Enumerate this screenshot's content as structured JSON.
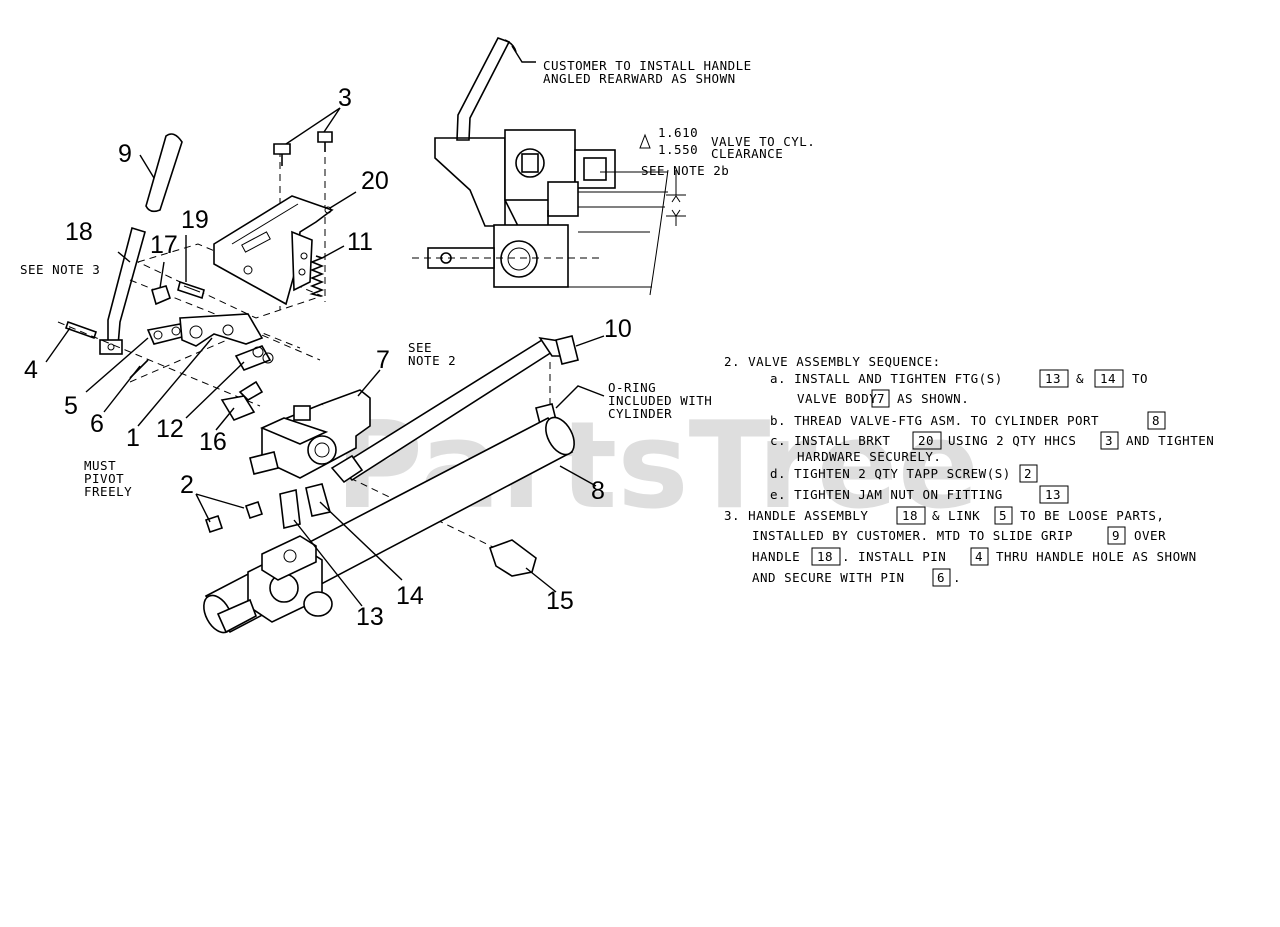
{
  "watermark": "PartsTree",
  "callouts": {
    "c1": "1",
    "c2": "2",
    "c3": "3",
    "c4": "4",
    "c5": "5",
    "c6": "6",
    "c7": "7",
    "c8": "8",
    "c9": "9",
    "c10": "10",
    "c11": "11",
    "c12": "12",
    "c13": "13",
    "c14": "14",
    "c15": "15",
    "c16": "16",
    "c17": "17",
    "c18": "18",
    "c19": "19",
    "c20": "20"
  },
  "labels": {
    "see_note_3": "SEE NOTE 3",
    "must_pivot_1": "MUST",
    "must_pivot_2": "PIVOT",
    "must_pivot_3": "FREELY",
    "see_note_2_1": "SEE",
    "see_note_2_2": "NOTE 2",
    "oring_1": "O-RING",
    "oring_2": "INCLUDED WITH",
    "oring_3": "CYLINDER",
    "customer_1": "CUSTOMER TO INSTALL HANDLE",
    "customer_2": "ANGLED REARWARD AS SHOWN",
    "dim_upper": "1.610",
    "dim_lower": "1.550",
    "dim_text_1": "VALVE TO CYL.",
    "dim_text_2": "CLEARANCE",
    "see_note_2b": "SEE NOTE 2b"
  },
  "notes": {
    "n2_title": "2. VALVE ASSEMBLY SEQUENCE:",
    "n2a_1": "a. INSTALL AND TIGHTEN FTG(S)",
    "n2a_ref1": "13",
    "n2a_amp": "&",
    "n2a_ref2": "14",
    "n2a_to": "TO",
    "n2a_2a": "VALVE BODY",
    "n2a_ref3": "7",
    "n2a_2b": "AS SHOWN.",
    "n2b_1": "b. THREAD VALVE-FTG ASM. TO CYLINDER PORT",
    "n2b_ref": "8",
    "n2c_1": "c. INSTALL BRKT",
    "n2c_ref1": "20",
    "n2c_2": "USING 2 QTY HHCS",
    "n2c_ref2": "3",
    "n2c_3": "AND TIGHTEN",
    "n2c_4": "HARDWARE SECURELY.",
    "n2d_1": "d. TIGHTEN 2 QTY TAPP SCREW(S)",
    "n2d_ref": "2",
    "n2e_1": "e. TIGHTEN JAM NUT ON FITTING",
    "n2e_ref": "13",
    "n3_1": "3. HANDLE ASSEMBLY",
    "n3_ref1": "18",
    "n3_2": "& LINK",
    "n3_ref2": "5",
    "n3_3": "TO BE LOOSE PARTS,",
    "n3_4": "INSTALLED BY CUSTOMER.  MTD TO SLIDE GRIP",
    "n3_ref3": "9",
    "n3_5": "OVER",
    "n3_6a": "HANDLE",
    "n3_ref4": "18",
    "n3_6b": ". INSTALL PIN",
    "n3_ref5": "4",
    "n3_6c": "THRU HANDLE HOLE AS SHOWN",
    "n3_7": "AND SECURE WITH PIN",
    "n3_ref6": "6",
    "n3_7b": "."
  }
}
